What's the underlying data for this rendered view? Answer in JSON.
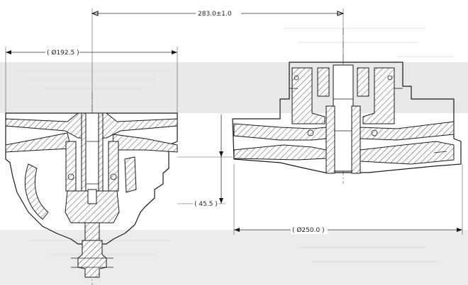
{
  "dimensions": {
    "center_distance": "283.0±1.0",
    "left_diameter": "( Ø192.5 )",
    "right_diameter": "( Ø250.0 )",
    "offset": "( 45.5 )"
  },
  "colors": {
    "line": "#1a1a1a",
    "band": "#e9e9e9",
    "background": "#ffffff"
  }
}
